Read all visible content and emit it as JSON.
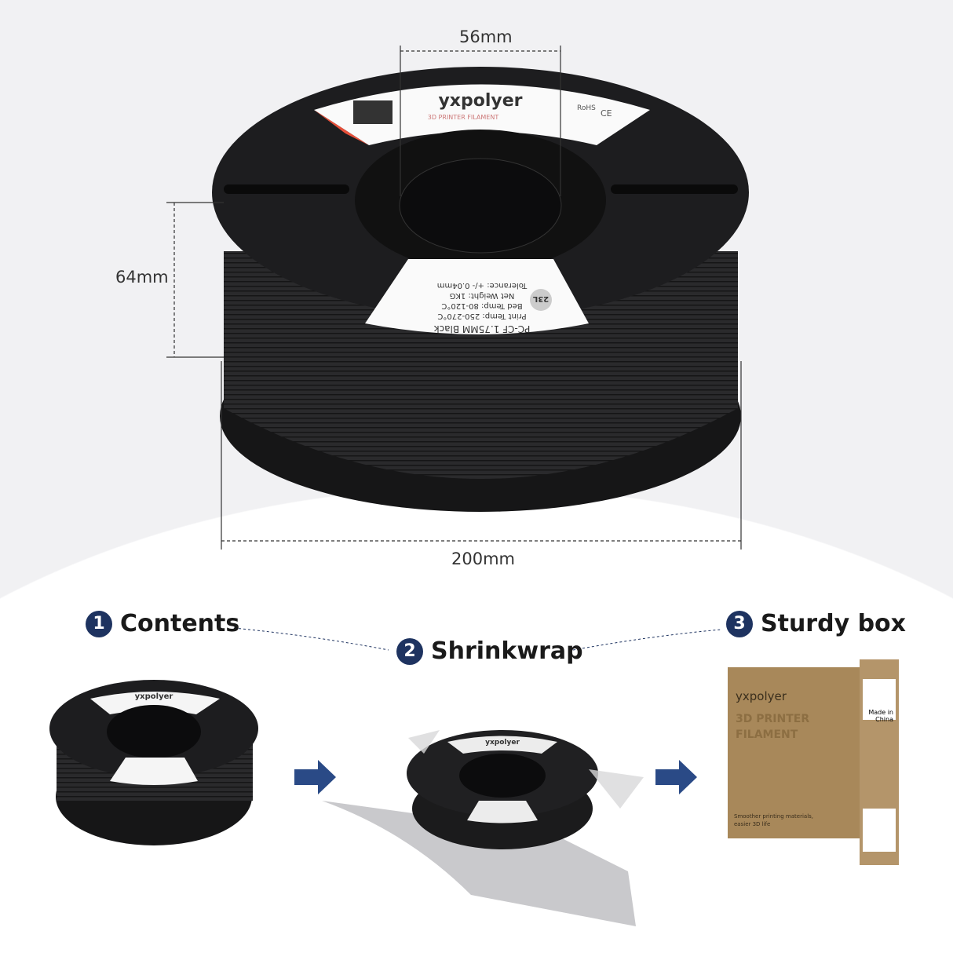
{
  "dimensions": {
    "hub_diameter": "56mm",
    "width": "64mm",
    "outer_diameter": "200mm"
  },
  "spool_label": {
    "brand": "yxpolyer",
    "tagline": "3D PRINTER FILAMENT",
    "certs": [
      "RoHS",
      "CE"
    ],
    "product": "PC-CF 1.75MM Black",
    "code": "23L",
    "print_temp": "Print Temp: 250-270°C",
    "bed_temp": "Bed Temp: 80-120°C",
    "net_weight": "Net Weight: 1KG",
    "tolerance": "Tolerance: +/- 0.04mm"
  },
  "steps": [
    {
      "num": "1",
      "label": "Contents"
    },
    {
      "num": "2",
      "label": "Shrinkwrap"
    },
    {
      "num": "3",
      "label": "Sturdy box"
    }
  ],
  "box": {
    "brand": "yxpolyer",
    "line1": "3D PRINTER",
    "line2": "FILAMENT",
    "slogan1": "Smoother printing materials,",
    "slogan2": "easier 3D life",
    "origin": "Made in China"
  },
  "colors": {
    "step_badge": "#1e3360",
    "arrow": "#2a4a86",
    "box": "#a8885a",
    "spool": "#1d1d1f"
  }
}
